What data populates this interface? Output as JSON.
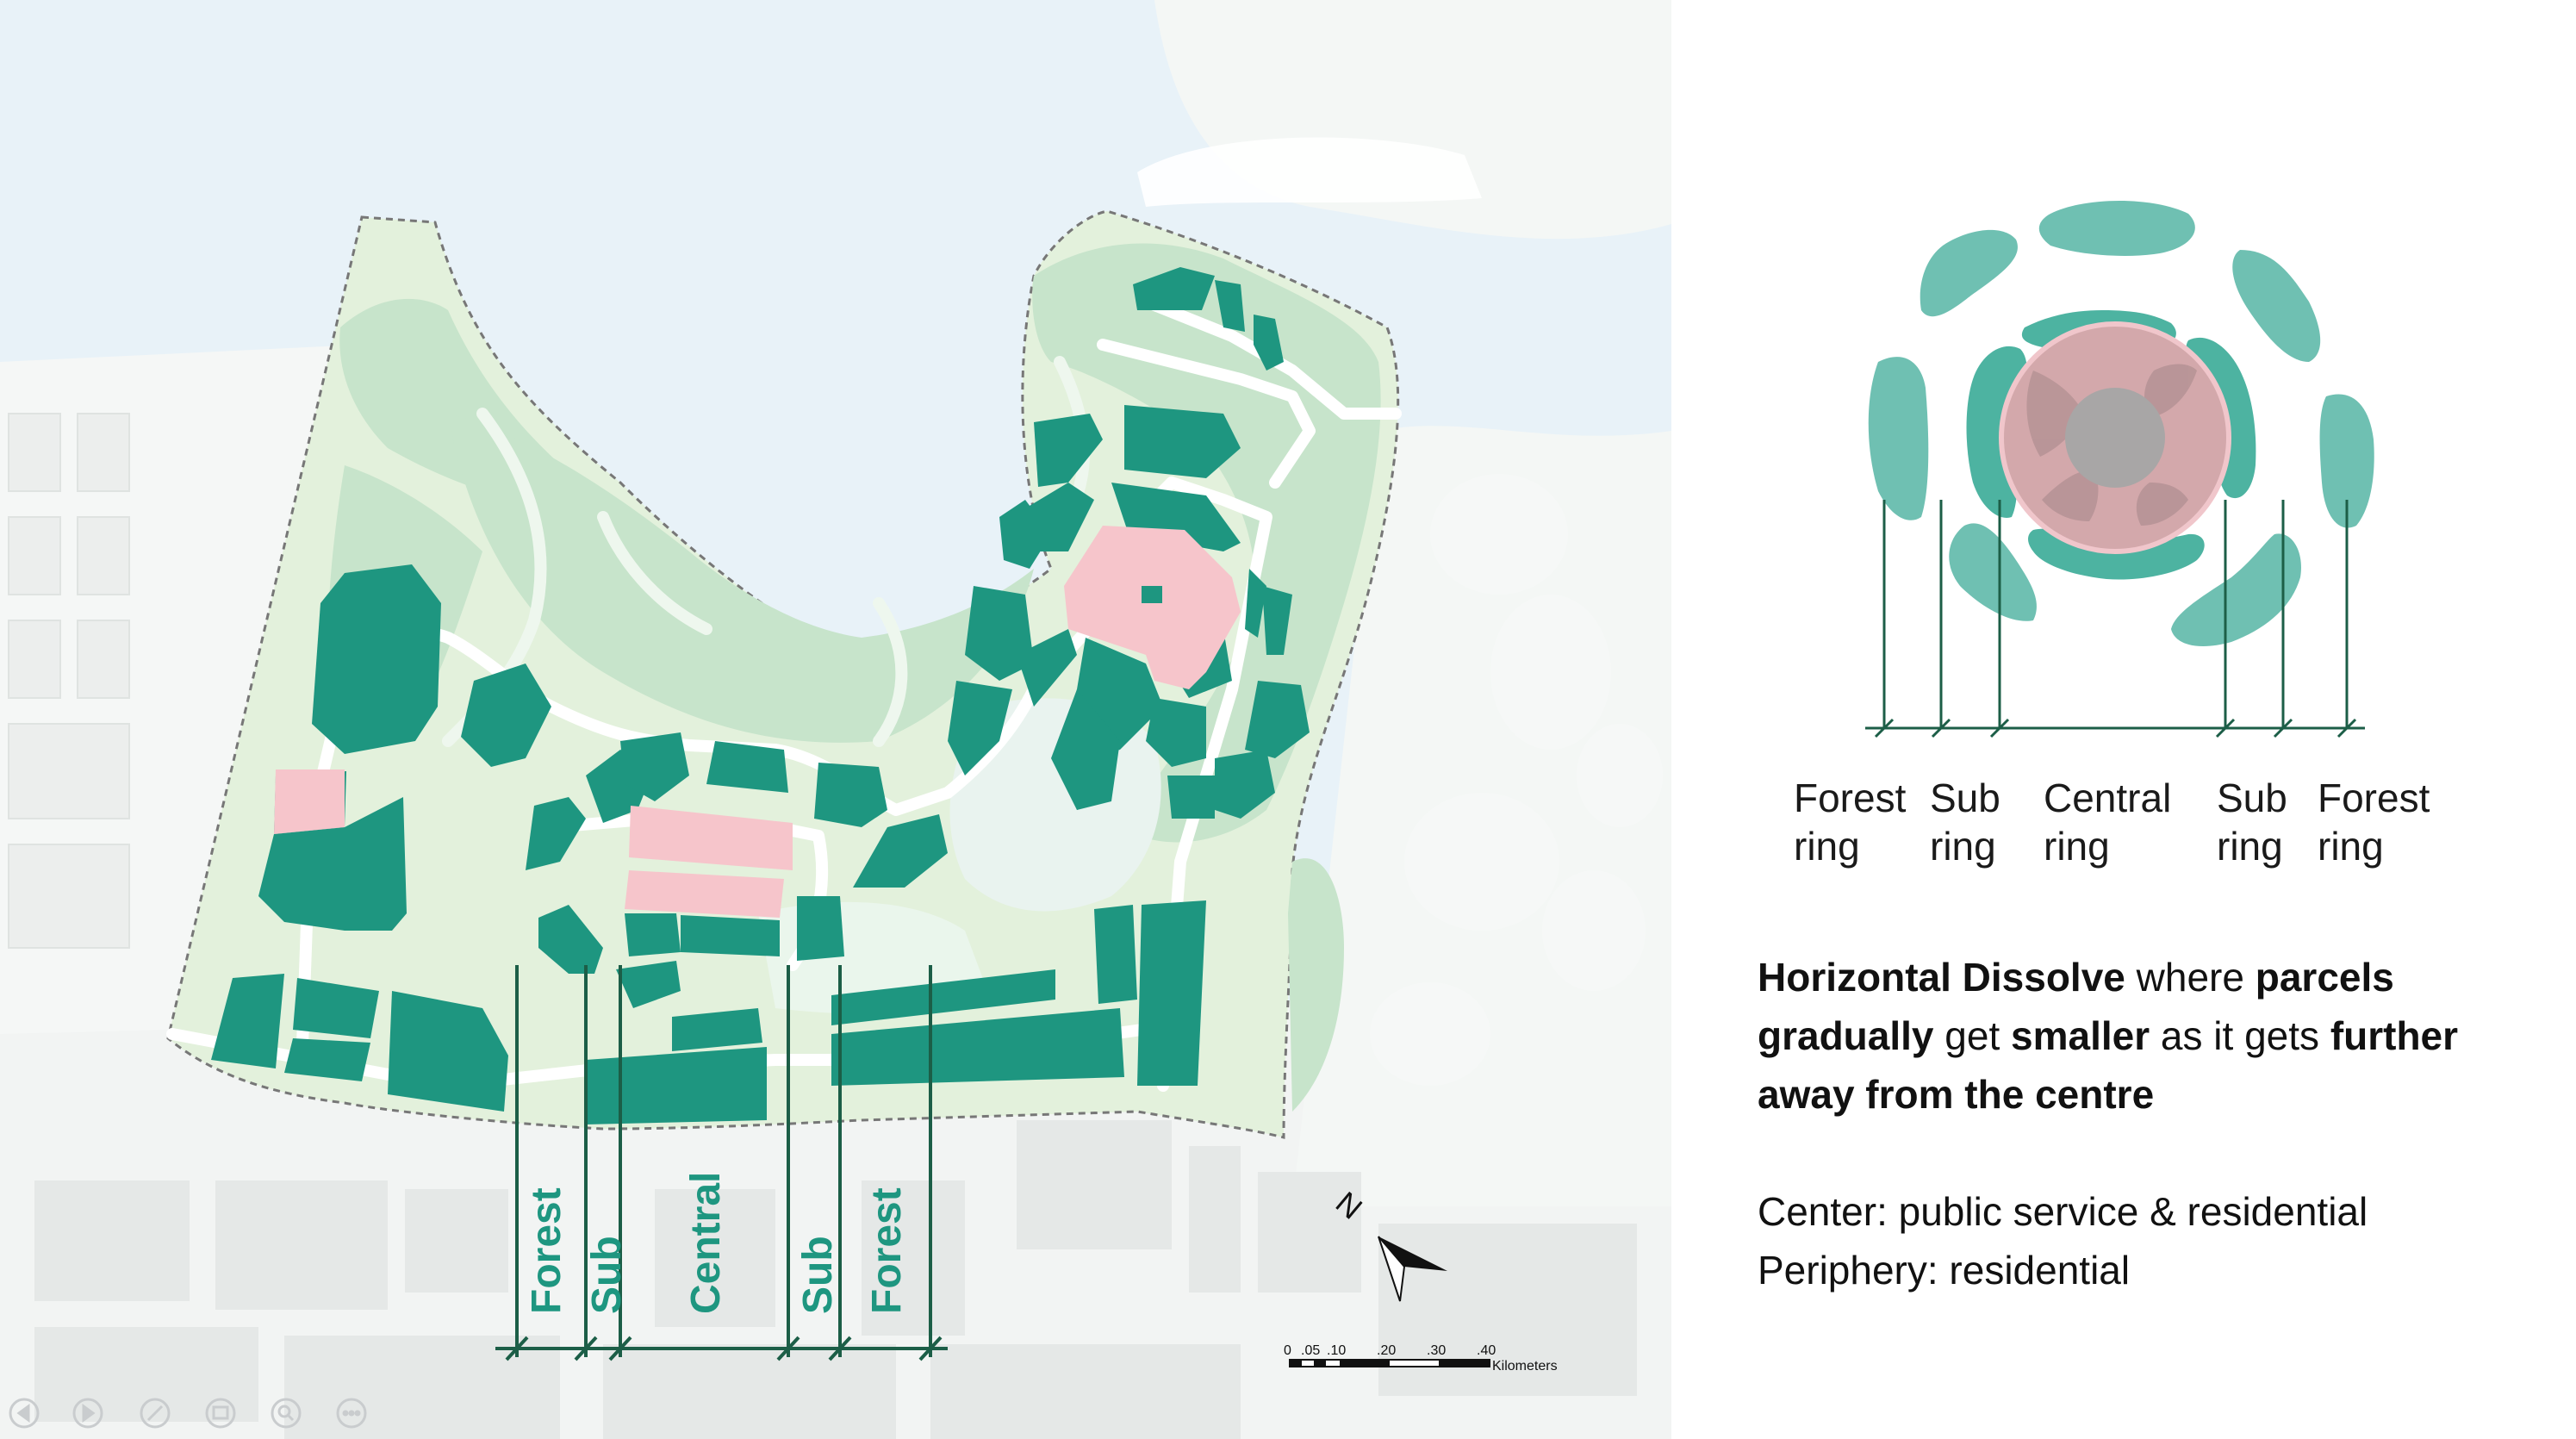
{
  "map": {
    "bands": [
      "Forest",
      "Sub",
      "Central",
      "Sub",
      "Forest"
    ],
    "north_label": "N",
    "scale_ticks": [
      "0",
      ".05",
      ".10",
      ".20",
      ".30",
      ".40"
    ],
    "scale_unit": "Kilometers",
    "colors": {
      "water": "#e8f2f8",
      "land": "#f4f7f5",
      "park": "#dcefd6",
      "woods": "#c5e3cb",
      "parcel": "#1e9680",
      "center": "#f6c5cb",
      "band_text": "#1e9680",
      "dimension_line": "#1c5e47"
    }
  },
  "nav_icons": [
    "prev-icon",
    "next-icon",
    "pen-icon",
    "slides-icon",
    "zoom-icon",
    "more-icon"
  ],
  "diagram": {
    "labels": [
      {
        "line1": "Forest",
        "line2": "ring"
      },
      {
        "line1": "Sub",
        "line2": "ring"
      },
      {
        "line1": "Central",
        "line2": "ring"
      },
      {
        "line1": "Sub",
        "line2": "ring"
      },
      {
        "line1": "Forest",
        "line2": "ring"
      }
    ],
    "colors": {
      "outer": "#6fc0b2",
      "sub": "#4db3a1",
      "central_circle": "#d3a8ab",
      "core": "#a8a6a6",
      "line": "#1c5e47"
    }
  },
  "description": {
    "p1": {
      "b1": "Horizontal Dissolve",
      "t1": " where ",
      "b2": "parcels gradually",
      "t2": " get ",
      "b3": "smaller",
      "t3": " as it gets ",
      "b4": "further away from the centre"
    },
    "center_line": "Center: public service & residential",
    "periphery_line": "Periphery: residential"
  }
}
